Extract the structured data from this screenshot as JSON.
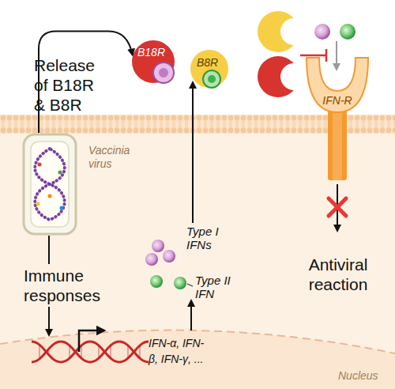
{
  "diagram": {
    "nodes": [
      {
        "text": [
          "Vaccinia virus"
        ]
      },
      {
        "text": [
          "B18R"
        ]
      },
      {
        "text": [
          "B8R"
        ]
      },
      {
        "text": [
          "IFN-R"
        ]
      },
      {
        "text": [
          "Nucleus"
        ]
      }
    ],
    "edges": [
      {
        "from": 0,
        "to": 1,
        "arrow": "to",
        "label": "Release of B18R & B8R"
      }
    ],
    "labels": [
      "Immune responses",
      "Type I IFNs",
      "Type II IFN",
      "IFN-α, IFN-β, IFN-γ, ...",
      "Antiviral reaction"
    ]
  }
}
